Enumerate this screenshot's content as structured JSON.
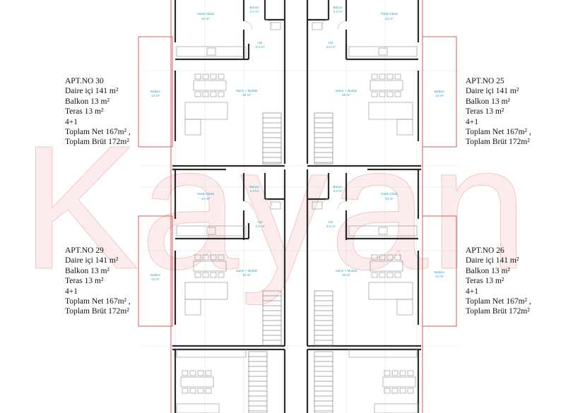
{
  "watermark": "Kayan",
  "apartments": [
    {
      "apt_no": "APT.NO 30",
      "daire": "Daire içi 141 m²",
      "balkon": "Balkon 13 m²",
      "teras": "Teras 13 m²",
      "rooms": "4+1",
      "net": "Toplam Net 167m² ,",
      "brut": "Toplam Brüt 172m²"
    },
    {
      "apt_no": "APT.NO 25",
      "daire": "Daire içi 141 m²",
      "balkon": "Balkon 13 m²",
      "teras": "Teras 13 m²",
      "rooms": "4+1",
      "net": "Toplam Net 167m² ,",
      "brut": "Toplam Brüt 172m²"
    },
    {
      "apt_no": "APT.NO 29",
      "daire": "Daire içi 141 m²",
      "balkon": "Balkon 13 m²",
      "teras": "Teras 13 m²",
      "rooms": "4+1",
      "net": "Toplam Net 167m² ,",
      "brut": "Toplam Brüt 172m²"
    },
    {
      "apt_no": "APT.NO 26",
      "daire": "Daire içi 141 m²",
      "balkon": "Balkon 13 m²",
      "teras": "Teras 13 m²",
      "rooms": "4+1",
      "net": "Toplam Net 167m² ,",
      "brut": "Toplam Brüt 172m²"
    }
  ],
  "rooms": {
    "yatak": "Yatak Odası",
    "yatak_area": "12 m²",
    "banyo": "Banyo",
    "banyo_area": "3.2 m²",
    "hol": "Hol",
    "hol_area": "3.5 m²",
    "salon": "Salon + Mutfak",
    "salon_area": "45 m²",
    "balkon": "Balkon",
    "balkon_area": "13 m²"
  },
  "colors": {
    "wall": "#2b2b2b",
    "outline": "#e05a5a",
    "room_label": "#2aa7c8",
    "furniture": "#9a9a9a",
    "grid": "#bfe0ea",
    "door": "#e0b070"
  }
}
